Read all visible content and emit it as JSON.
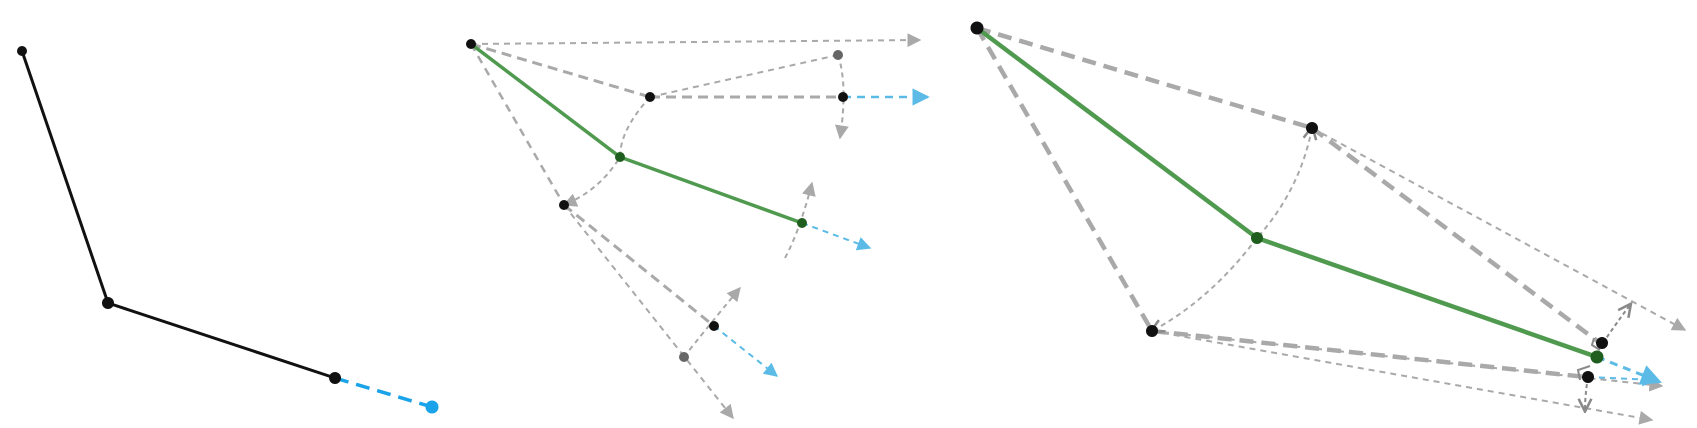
{
  "caption": "",
  "colors": {
    "link": "#111111",
    "joint": "#111111",
    "target": "#1aa3e8",
    "solution": "#4f9a4f",
    "solution_joint": "#1f5e1f",
    "guide": "#a9a9a9",
    "guide_joint": "#666666",
    "projection": "#5bbbe6"
  },
  "panels": [
    {
      "id": "initial-configuration"
    },
    {
      "id": "two-link-construction"
    },
    {
      "id": "refined-construction"
    }
  ]
}
